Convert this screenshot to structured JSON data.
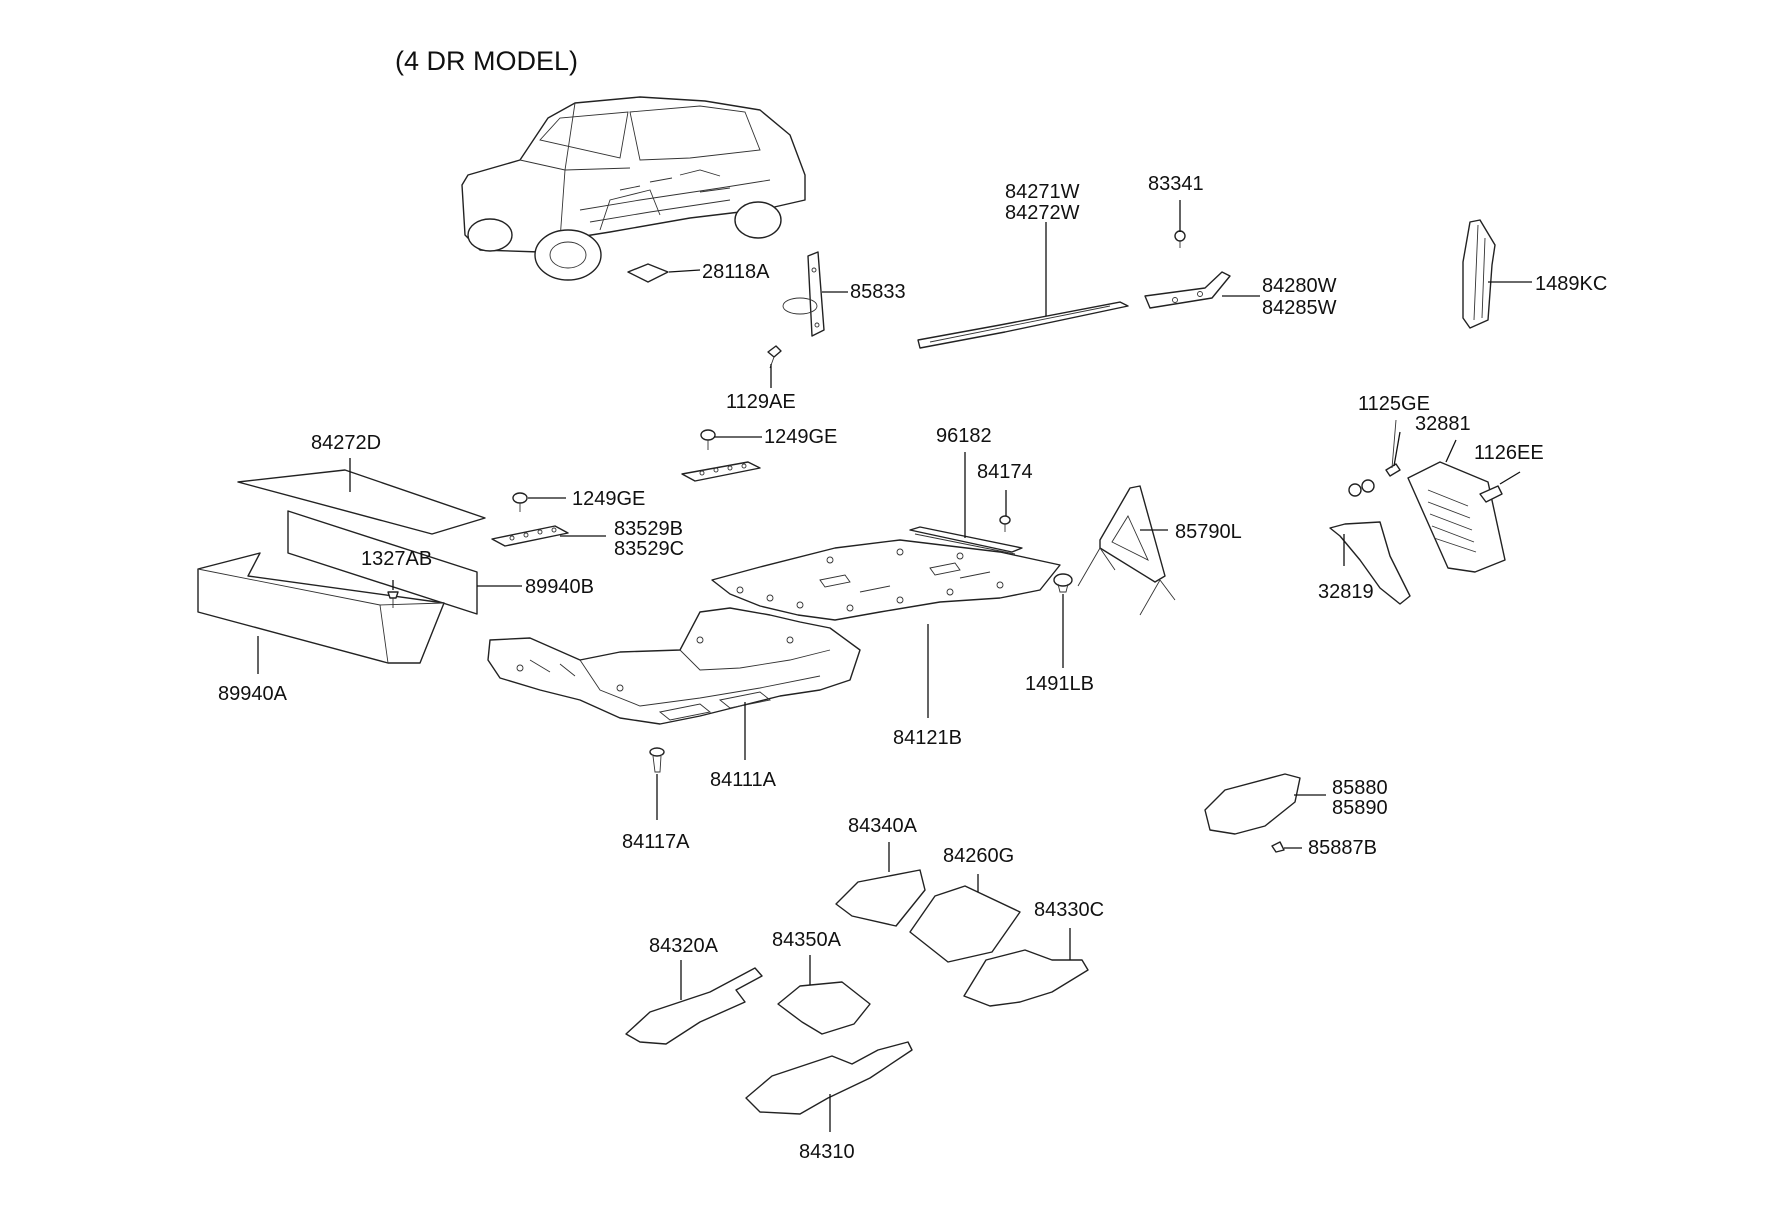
{
  "diagram": {
    "title": "(4 DR MODEL)",
    "part_labels": {
      "p28118A": "28118A",
      "p85833": "85833",
      "p1129AE": "1129AE",
      "p84271W": "84271W",
      "p84272W": "84272W",
      "p83341": "83341",
      "p84280W": "84280W",
      "p84285W": "84285W",
      "p1489KC": "1489KC",
      "p84272D": "84272D",
      "p1249GE_a": "1249GE",
      "p1249GE_b": "1249GE",
      "p83529B": "83529B",
      "p83529C": "83529C",
      "p1327AB": "1327AB",
      "p89940B": "89940B",
      "p89940A": "89940A",
      "p96182": "96182",
      "p84174": "84174",
      "p85790L": "85790L",
      "p1125GE": "1125GE",
      "p32881": "32881",
      "p1126EE": "1126EE",
      "p32819": "32819",
      "p1491LB": "1491LB",
      "p84121B": "84121B",
      "p84111A": "84111A",
      "p84117A": "84117A",
      "p85880": "85880",
      "p85890": "85890",
      "p85887B": "85887B",
      "p84340A": "84340A",
      "p84260G": "84260G",
      "p84330C": "84330C",
      "p84320A": "84320A",
      "p84350A": "84350A",
      "p84310": "84310"
    }
  }
}
